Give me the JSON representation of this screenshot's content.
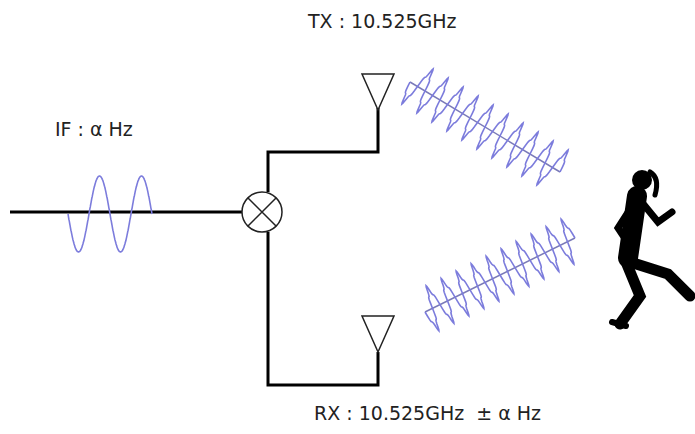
{
  "diagram": {
    "labels": [
      "IF : α Hz",
      "TX : 10.525GHz",
      "RX : 10.525GHz  ± α Hz"
    ]
  }
}
